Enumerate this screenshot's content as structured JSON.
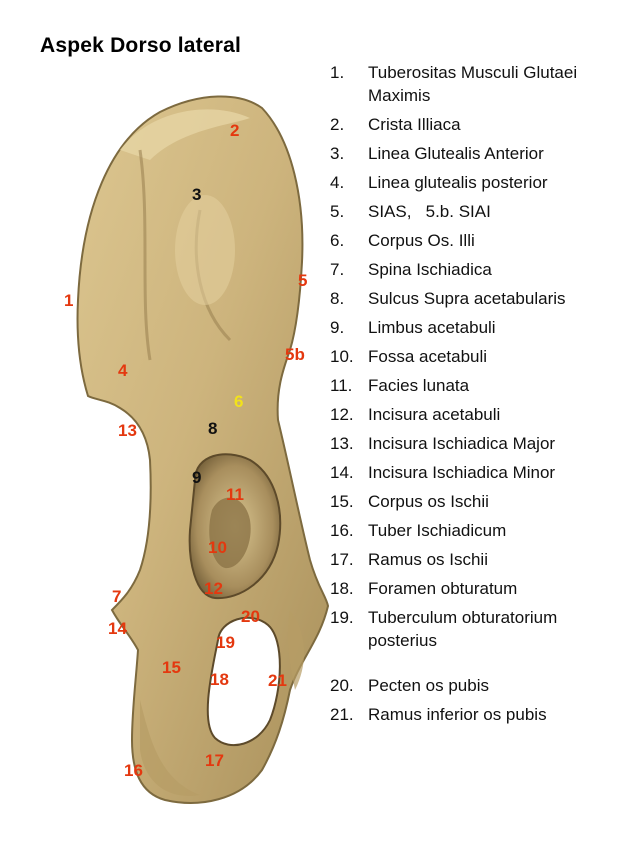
{
  "title": "Aspek Dorso lateral",
  "colors": {
    "label_red": "#e4380f",
    "label_yellow": "#f2e21a",
    "label_black": "#111111",
    "bone": "#cdb47d"
  },
  "labels": {
    "l1": "1",
    "l2": "2",
    "l3": "3",
    "l4": "4",
    "l5": "5",
    "l5b": "5b",
    "l6": "6",
    "l7": "7",
    "l8": "8",
    "l9": "9",
    "l10": "10",
    "l11": "11",
    "l12": "12",
    "l13": "13",
    "l14": "14",
    "l15": "15",
    "l16": "16",
    "l17": "17",
    "l18": "18",
    "l19": "19",
    "l20": "20",
    "l21": "21"
  },
  "legend": [
    {
      "num": "1.",
      "text": "Tuberositas Musculi Glutaei Maximis"
    },
    {
      "num": "2.",
      "text": "Crista Illiaca"
    },
    {
      "num": "3.",
      "text": "Linea Glutealis Anterior"
    },
    {
      "num": "4.",
      "text": "Linea glutealis posterior"
    },
    {
      "num": "5.",
      "text": "SIAS,   5.b. SIAI"
    },
    {
      "num": "6.",
      "text": "Corpus Os. Illi"
    },
    {
      "num": "7.",
      "text": "Spina Ischiadica"
    },
    {
      "num": "8.",
      "text": "Sulcus Supra acetabularis"
    },
    {
      "num": "9.",
      "text": "Limbus acetabuli"
    },
    {
      "num": "10.",
      "text": "Fossa acetabuli"
    },
    {
      "num": "11.",
      "text": "Facies lunata"
    },
    {
      "num": "12.",
      "text": "Incisura acetabuli"
    },
    {
      "num": "13.",
      "text": "Incisura Ischiadica Major"
    },
    {
      "num": "14.",
      "text": "Incisura Ischiadica Minor"
    },
    {
      "num": "15.",
      "text": "Corpus os Ischii"
    },
    {
      "num": "16.",
      "text": "Tuber Ischiadicum"
    },
    {
      "num": "17.",
      "text": "Ramus os Ischii"
    },
    {
      "num": "18.",
      "text": "Foramen obturatum"
    },
    {
      "num": "19.",
      "text": "Tuberculum obturatorium posterius"
    },
    {
      "num": "20.",
      "text": "Pecten os pubis"
    },
    {
      "num": "21.",
      "text": "Ramus inferior os pubis"
    }
  ]
}
